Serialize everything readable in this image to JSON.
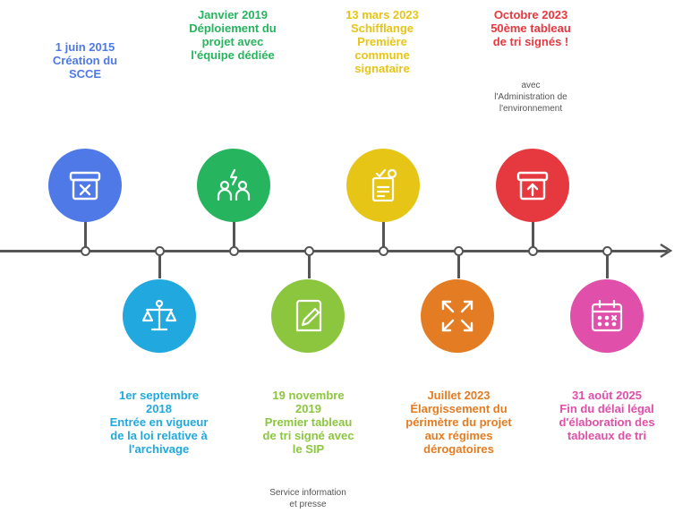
{
  "colors": {
    "blue": "#4e79e6",
    "green": "#27b45e",
    "yellow": "#e6c516",
    "red": "#e5393f",
    "cyan": "#21a8de",
    "lime": "#8cc63f",
    "orange": "#e47c23",
    "magenta": "#e04fa9",
    "axis": "#555555"
  },
  "events": [
    {
      "id": "2015",
      "label": "1 juin 2015\nCréation du\nSCCE",
      "icon": "box-x-icon",
      "color": "#4e79e6"
    },
    {
      "id": "2018",
      "label": "1er septembre\n2018\nEntrée en vigueur\nde la loi relative à\nl'archivage",
      "icon": "scales-icon",
      "color": "#21a8de"
    },
    {
      "id": "2019a",
      "label": "Janvier 2019\nDéploiement du\nprojet avec\nl'équipe dédiée",
      "icon": "team-icon",
      "color": "#27b45e"
    },
    {
      "id": "2019b",
      "label": "19 novembre\n2019\nPremier tableau\nde tri signé avec\nle SIP",
      "icon": "document-pen-icon",
      "color": "#8cc63f",
      "note": "Service information\net presse"
    },
    {
      "id": "2023a",
      "label": "13 mars 2023\nSchifflange\nPremière\ncommune\nsignataire",
      "icon": "signed-document-icon",
      "color": "#e6c516"
    },
    {
      "id": "2023b",
      "label": "Juillet 2023\nÉlargissement du\npérimètre du projet\naux régimes\ndérogatoires",
      "icon": "expand-arrows-icon",
      "color": "#e47c23"
    },
    {
      "id": "2023c",
      "label": "Octobre 2023\n50ème tableau\nde tri signés !",
      "icon": "box-upload-icon",
      "color": "#e5393f",
      "note": "avec\nl'Administration de\nl'environnement"
    },
    {
      "id": "2025",
      "label": "31 août 2025\nFin du délai légal\nd'élaboration des\ntableaux de tri",
      "icon": "calendar-icon",
      "color": "#e04fa9"
    }
  ]
}
